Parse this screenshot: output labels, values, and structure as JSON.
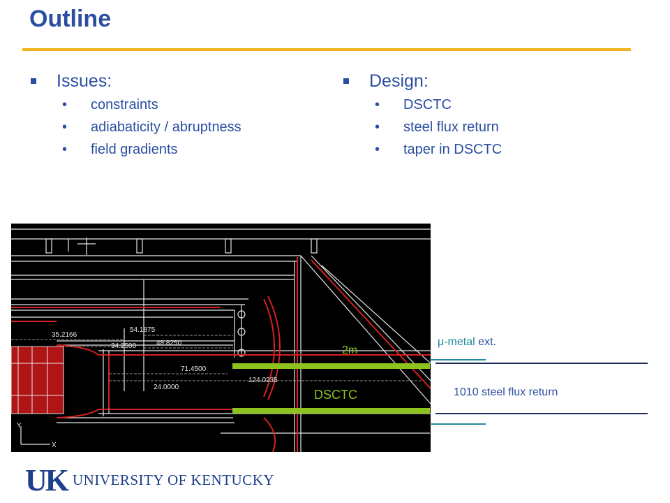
{
  "slide": {
    "title": "Outline",
    "left": {
      "heading": "Issues:",
      "items": [
        "constraints",
        "adiabaticity / abruptness",
        "field gradients"
      ]
    },
    "right": {
      "heading": "Design:",
      "items": [
        "DSCTC",
        "steel flux return",
        "taper in DSCTC"
      ]
    },
    "bullet_char": "•"
  },
  "drawing": {
    "dimensions": [
      "54.1875",
      "48.8250",
      "35.2166",
      "34.2500",
      "71.4500",
      "124.0235",
      "24.0000"
    ],
    "label_2m": "2m",
    "label_dsctc": "DSCTC",
    "axis_x": "X",
    "axis_y": "Y"
  },
  "annotations": {
    "mu_symbol": "μ",
    "mu_metal": "-metal",
    "ext": " ext.",
    "steel": "1010 steel flux return"
  },
  "logo": {
    "mark": "UK",
    "name": "UNIVERSITY OF KENTUCKY"
  },
  "colors": {
    "title": "#2b4ea0",
    "rule": "#f2b21b",
    "green_bar": "#8dc21f",
    "teal": "#1f8a9a"
  }
}
